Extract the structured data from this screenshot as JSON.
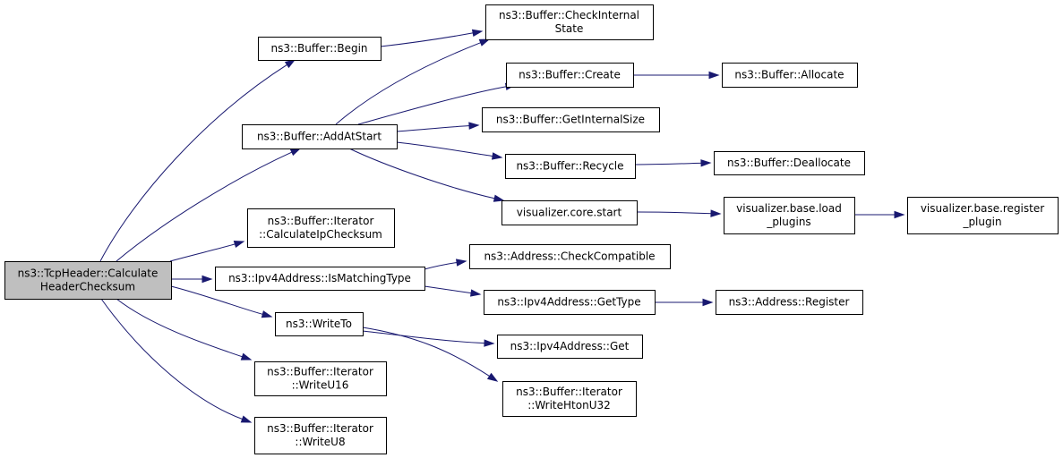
{
  "diagram": {
    "nodes": [
      {
        "id": "root",
        "lines": [
          "ns3::TcpHeader::Calculate",
          "HeaderChecksum"
        ],
        "root": true
      },
      {
        "id": "begin",
        "lines": [
          "ns3::Buffer::Begin"
        ]
      },
      {
        "id": "addatstart",
        "lines": [
          "ns3::Buffer::AddAtStart"
        ]
      },
      {
        "id": "iter_calcip",
        "lines": [
          "ns3::Buffer::Iterator",
          "::CalculateIpChecksum"
        ]
      },
      {
        "id": "ismatching",
        "lines": [
          "ns3::Ipv4Address::IsMatchingType"
        ]
      },
      {
        "id": "writeto",
        "lines": [
          "ns3::WriteTo"
        ]
      },
      {
        "id": "writeu16",
        "lines": [
          "ns3::Buffer::Iterator",
          "::WriteU16"
        ]
      },
      {
        "id": "writeu8",
        "lines": [
          "ns3::Buffer::Iterator",
          "::WriteU8"
        ]
      },
      {
        "id": "checkinternal",
        "lines": [
          "ns3::Buffer::CheckInternal",
          "State"
        ]
      },
      {
        "id": "create",
        "lines": [
          "ns3::Buffer::Create"
        ]
      },
      {
        "id": "getinternalsize",
        "lines": [
          "ns3::Buffer::GetInternalSize"
        ]
      },
      {
        "id": "recycle",
        "lines": [
          "ns3::Buffer::Recycle"
        ]
      },
      {
        "id": "corestart",
        "lines": [
          "visualizer.core.start"
        ]
      },
      {
        "id": "checkcompat",
        "lines": [
          "ns3::Address::CheckCompatible"
        ]
      },
      {
        "id": "gettype",
        "lines": [
          "ns3::Ipv4Address::GetType"
        ]
      },
      {
        "id": "ipv4get",
        "lines": [
          "ns3::Ipv4Address::Get"
        ]
      },
      {
        "id": "writehton",
        "lines": [
          "ns3::Buffer::Iterator",
          "::WriteHtonU32"
        ]
      },
      {
        "id": "allocate",
        "lines": [
          "ns3::Buffer::Allocate"
        ]
      },
      {
        "id": "deallocate",
        "lines": [
          "ns3::Buffer::Deallocate"
        ]
      },
      {
        "id": "loadplugins",
        "lines": [
          "visualizer.base.load",
          "_plugins"
        ]
      },
      {
        "id": "register",
        "lines": [
          "ns3::Address::Register"
        ]
      },
      {
        "id": "registerplugin",
        "lines": [
          "visualizer.base.register",
          "_plugin"
        ]
      }
    ],
    "edges": [
      {
        "from": "root",
        "to": "begin"
      },
      {
        "from": "root",
        "to": "addatstart"
      },
      {
        "from": "root",
        "to": "iter_calcip"
      },
      {
        "from": "root",
        "to": "ismatching"
      },
      {
        "from": "root",
        "to": "writeto"
      },
      {
        "from": "root",
        "to": "writeu16"
      },
      {
        "from": "root",
        "to": "writeu8"
      },
      {
        "from": "begin",
        "to": "checkinternal"
      },
      {
        "from": "addatstart",
        "to": "checkinternal"
      },
      {
        "from": "addatstart",
        "to": "create"
      },
      {
        "from": "addatstart",
        "to": "getinternalsize"
      },
      {
        "from": "addatstart",
        "to": "recycle"
      },
      {
        "from": "addatstart",
        "to": "corestart"
      },
      {
        "from": "create",
        "to": "allocate"
      },
      {
        "from": "recycle",
        "to": "deallocate"
      },
      {
        "from": "corestart",
        "to": "loadplugins"
      },
      {
        "from": "loadplugins",
        "to": "registerplugin"
      },
      {
        "from": "ismatching",
        "to": "checkcompat"
      },
      {
        "from": "ismatching",
        "to": "gettype"
      },
      {
        "from": "gettype",
        "to": "register"
      },
      {
        "from": "writeto",
        "to": "ipv4get"
      },
      {
        "from": "writeto",
        "to": "writehton"
      }
    ]
  }
}
